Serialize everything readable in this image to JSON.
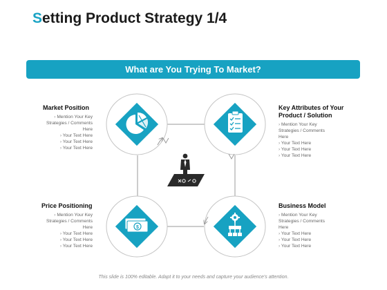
{
  "slide": {
    "title_first_letter": "S",
    "title_rest": "etting Product Strategy 1/4",
    "banner": "What are You Trying To Market?",
    "footer": "This slide is 100% editable. Adapt it to your needs and capture your audience's attention."
  },
  "colors": {
    "accent": "#17a2c2",
    "title_accent": "#1aa3c4",
    "circle_stroke": "#bdbdbd",
    "figure": "#2a2a2a"
  },
  "quadrants": {
    "top_left": {
      "heading": "Market Position",
      "icon": "pie-chart-icon",
      "items": [
        "Mention Your Key Strategies / Comments Here",
        "Your Text Here",
        "Your Text Here",
        "Your Text Here"
      ]
    },
    "top_right": {
      "heading": "Key Attributes of Your Product / Solution",
      "icon": "clipboard-checklist-icon",
      "items": [
        "Mention Your Key Strategies / Comments Here",
        "Your Text Here",
        "Your Text Here",
        "Your Text Here"
      ]
    },
    "bottom_left": {
      "heading": "Price Positioning",
      "icon": "money-bills-icon",
      "items": [
        "Mention Your Key Strategies / Comments Here",
        "Your Text Here",
        "Your Text Here",
        "Your Text Here"
      ]
    },
    "bottom_right": {
      "heading": "Business Model",
      "icon": "org-structure-gear-icon",
      "items": [
        "Mention Your Key Strategies / Comments Here",
        "Your Text Here",
        "Your Text Here",
        "Your Text Here"
      ]
    }
  },
  "center": {
    "icon": "businessman-strategy-board-icon"
  }
}
